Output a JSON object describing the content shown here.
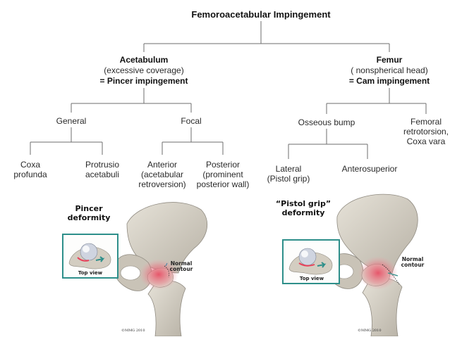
{
  "title": "Femoroacetabular Impingement",
  "acetabulum": {
    "heading": "Acetabulum",
    "subtitle": "(excessive coverage)",
    "result": "= Pincer impingement",
    "general": {
      "label": "General",
      "children": [
        "Coxa\nprofunda",
        "Protrusio\nacetabuli"
      ]
    },
    "focal": {
      "label": "Focal",
      "children": [
        "Anterior\n(acetabular\nretroversion)",
        "Posterior\n(prominent\nposterior wall)"
      ]
    }
  },
  "femur": {
    "heading": "Femur",
    "subtitle": "( nonspherical head)",
    "result": "= Cam impingement",
    "osseous": {
      "label": "Osseous bump",
      "children": [
        "Lateral\n(Pistol grip)",
        "Anterosuperior"
      ]
    },
    "retro": "Femoral\nretrotorsion,\nCoxa vara"
  },
  "illustrations": {
    "left": {
      "title": "Pincer\ndeformity",
      "inset_label": "Top view",
      "contour_label": "Normal\ncontour",
      "copyright": "©MMG 2010"
    },
    "right": {
      "title": "“Pistol grip”\ndeformity",
      "inset_label": "Top view",
      "contour_label": "Normal\ncontour",
      "copyright": "©MMG 2010"
    }
  },
  "colors": {
    "line": "#6e6e6e",
    "inset_border": "#2e8f8a",
    "bone": "#d8d3c8",
    "bone_shadow": "#a39d90",
    "impingement": "#e8405a"
  }
}
